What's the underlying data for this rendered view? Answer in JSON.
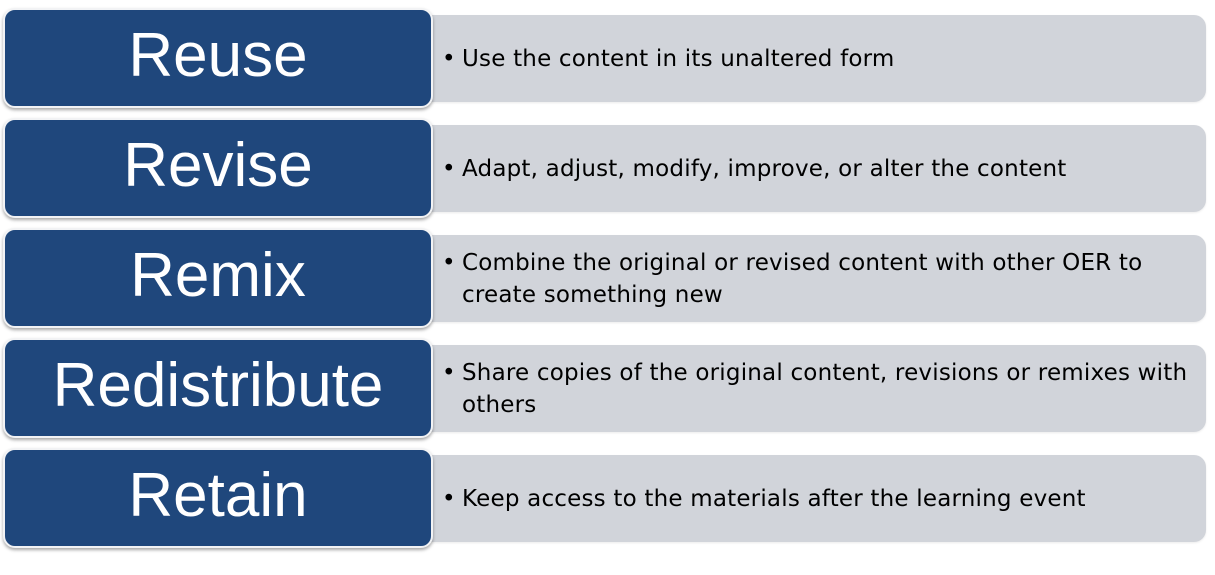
{
  "rows": [
    {
      "term": "Reuse",
      "description": "Use the content in its unaltered form"
    },
    {
      "term": "Revise",
      "description": "Adapt, adjust, modify, improve, or alter the content"
    },
    {
      "term": "Remix",
      "description": "Combine the original or revised content with other OER to create something new"
    },
    {
      "term": "Redistribute",
      "description": "Share copies of the original content, revisions or remixes with others"
    },
    {
      "term": "Retain",
      "description": "Keep access to the materials after the learning event"
    }
  ],
  "bullet_symbol": "•",
  "colors": {
    "term_fill": "#1f477c",
    "term_text": "#ffffff",
    "description_fill": "#d1d4da",
    "description_text": "#000000"
  }
}
